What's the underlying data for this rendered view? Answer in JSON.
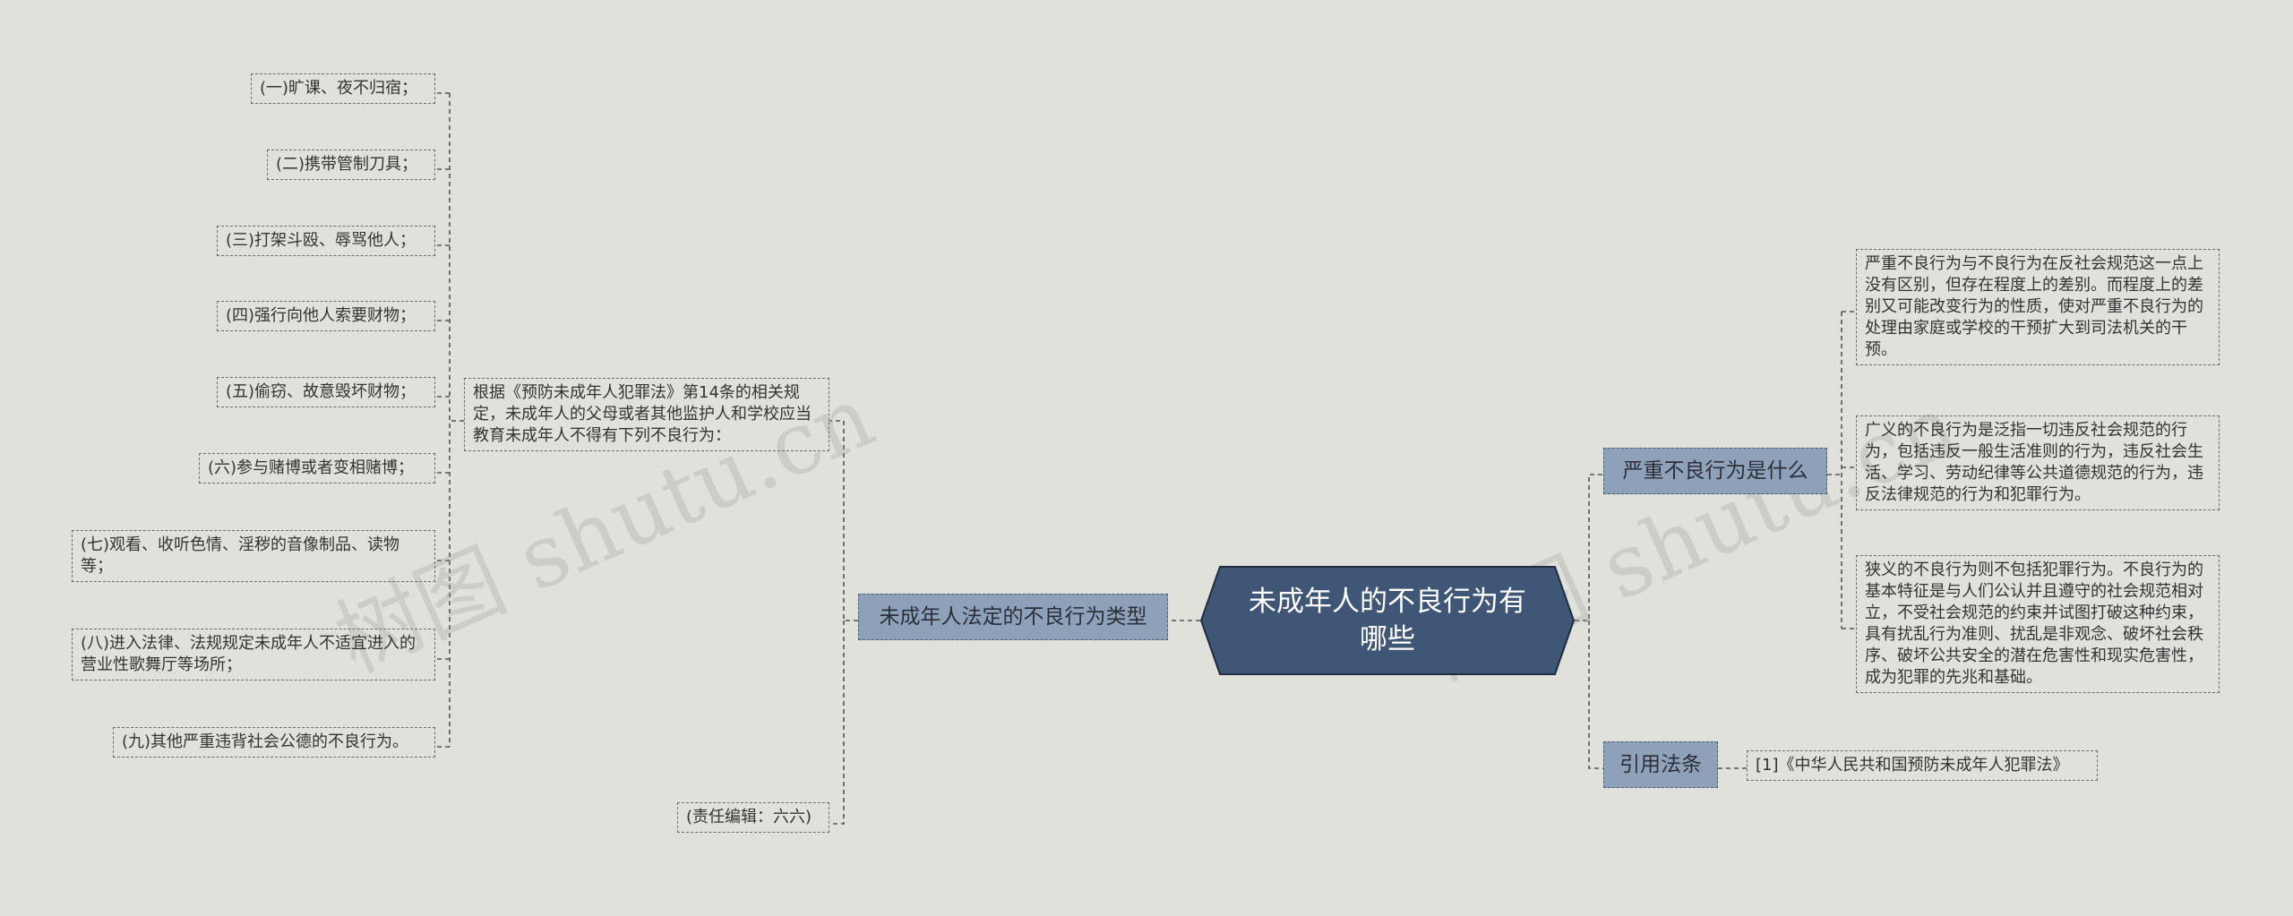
{
  "center": {
    "title": "未成年人的不良行为有哪些"
  },
  "left_branch": {
    "label": "未成年人法定的不良行为类型",
    "intro": "根据《预防未成年人犯罪法》第14条的相关规定，未成年人的父母或者其他监护人和学校应当教育未成年人不得有下列不良行为：",
    "items": [
      "(一)旷课、夜不归宿；",
      "(二)携带管制刀具；",
      "(三)打架斗殴、辱骂他人；",
      "(四)强行向他人索要财物；",
      "(五)偷窃、故意毁坏财物；",
      "(六)参与赌博或者变相赌博；",
      "(七)观看、收听色情、淫秽的音像制品、读物等；",
      "(八)进入法律、法规规定未成年人不适宜进入的营业性歌舞厅等场所；",
      "(九)其他严重违背社会公德的不良行为。"
    ],
    "editor": "(责任编辑：六六)"
  },
  "right_branches": {
    "serious": {
      "label": "严重不良行为是什么",
      "paragraphs": [
        "严重不良行为与不良行为在反社会规范这一点上没有区别，但存在程度上的差别。而程度上的差别又可能改变行为的性质，使对严重不良行为的处理由家庭或学校的干预扩大到司法机关的干预。",
        "广义的不良行为是泛指一切违反社会规范的行为，包括违反一般生活准则的行为，违反社会生活、学习、劳动纪律等公共道德规范的行为，违反法律规范的行为和犯罪行为。",
        "狭义的不良行为则不包括犯罪行为。不良行为的基本特征是与人们公认并且遵守的社会规范相对立，不受社会规范的约束并试图打破这种约束，具有扰乱行为准则、扰乱是非观念、破坏社会秩序、破坏公共安全的潜在危害性和现实危害性，成为犯罪的先兆和基础。"
      ]
    },
    "law": {
      "label": "引用法条",
      "ref": "[1]《中华人民共和国预防未成年人犯罪法》"
    }
  },
  "watermarks": [
    "树图 shutu.cn",
    "树图 shutu.cn"
  ],
  "colors": {
    "background": "#e1e1dc",
    "center_fill": "#3f5677",
    "branch_fill": "#8fa1b9",
    "connector": "#555555"
  }
}
